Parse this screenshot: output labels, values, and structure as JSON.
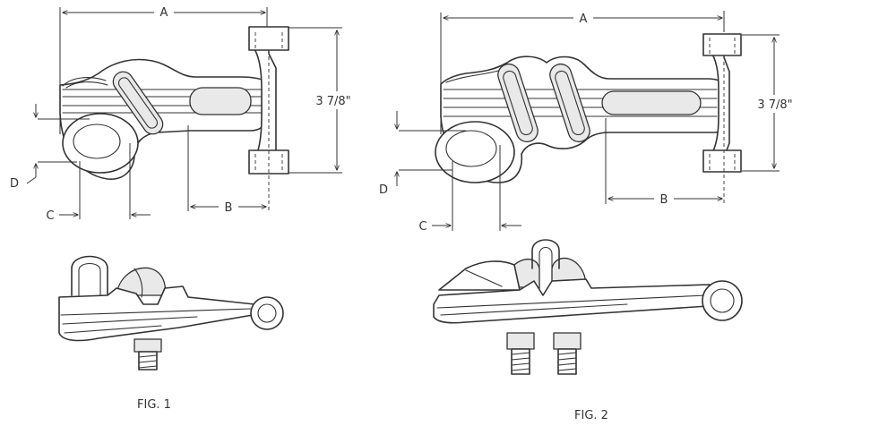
{
  "fig1": {
    "caption": "FIG. 1",
    "dim_a": "A",
    "dim_b": "B",
    "dim_c": "C",
    "dim_d": "D",
    "dim_height": "3 7/8\""
  },
  "fig2": {
    "caption": "FIG. 2",
    "dim_a": "A",
    "dim_b": "B",
    "dim_c": "C",
    "dim_d": "D",
    "dim_height": "3 7/8\""
  }
}
